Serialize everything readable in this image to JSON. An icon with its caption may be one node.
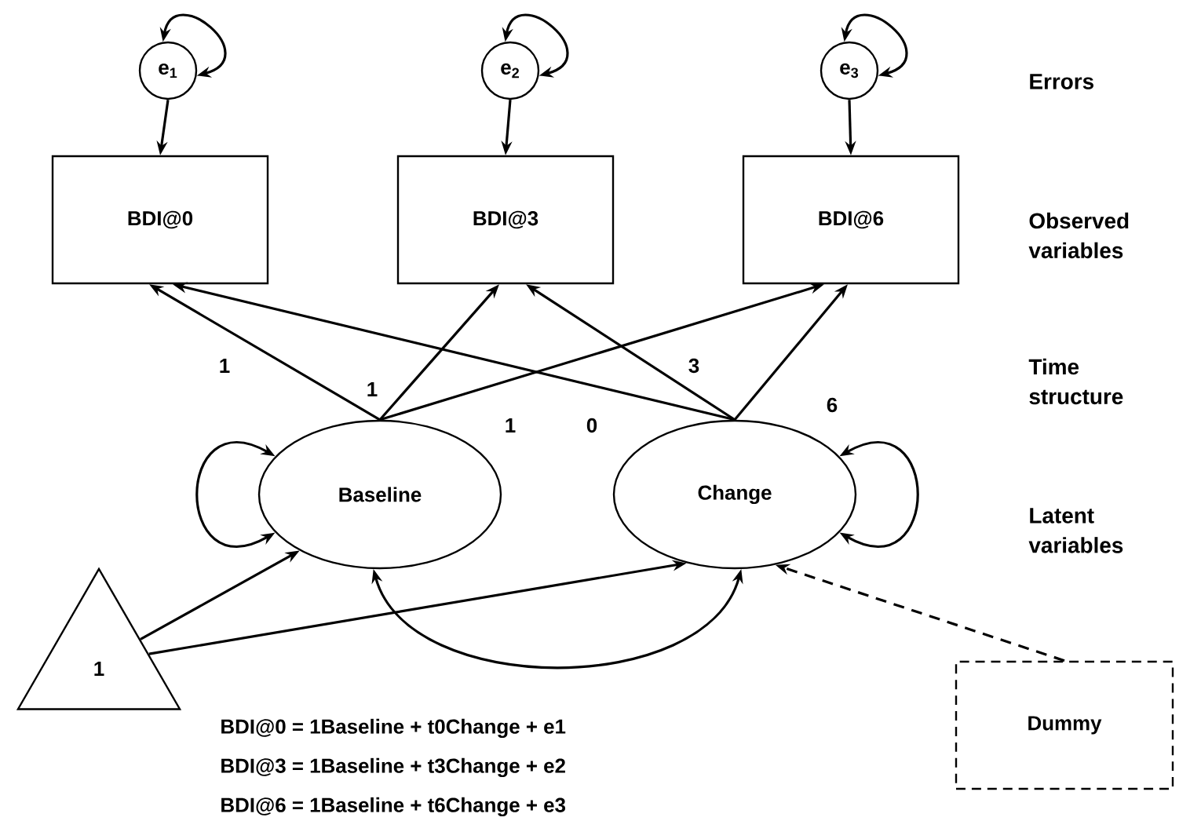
{
  "diagram": {
    "nodes": [
      {
        "text": [
          "e$_{1}$"
        ]
      },
      {
        "text": [
          "e$_{2}$"
        ]
      },
      {
        "text": [
          "e$_{3}$"
        ]
      },
      {
        "text": [
          "BDI@0"
        ]
      },
      {
        "text": [
          "BDI@3"
        ]
      },
      {
        "text": [
          "BDI@6"
        ]
      },
      {
        "text": [
          "Baseline"
        ]
      },
      {
        "text": [
          "Change"
        ]
      },
      {
        "text": [
          "1"
        ]
      },
      {
        "text": [
          "Dummy"
        ]
      }
    ],
    "edges": [
      {
        "from": 0,
        "to": 3,
        "arrow": "to"
      },
      {
        "from": 1,
        "to": 4,
        "arrow": "to"
      },
      {
        "from": 2,
        "to": 5,
        "arrow": "to"
      },
      {
        "from": 0,
        "to": 0,
        "arrow": "both"
      },
      {
        "from": 1,
        "to": 1,
        "arrow": "both"
      },
      {
        "from": 2,
        "to": 2,
        "arrow": "both"
      },
      {
        "from": 6,
        "to": 3,
        "arrow": "to",
        "label": "1"
      },
      {
        "from": 6,
        "to": 4,
        "arrow": "to",
        "label": "1"
      },
      {
        "from": 6,
        "to": 5,
        "arrow": "to",
        "label": "1"
      },
      {
        "from": 7,
        "to": 3,
        "arrow": "to",
        "label": "0"
      },
      {
        "from": 7,
        "to": 4,
        "arrow": "to",
        "label": "3"
      },
      {
        "from": 7,
        "to": 5,
        "arrow": "to",
        "label": "6"
      },
      {
        "from": 6,
        "to": 6,
        "arrow": "both"
      },
      {
        "from": 7,
        "to": 7,
        "arrow": "both"
      },
      {
        "from": 6,
        "to": 7,
        "arrow": "both"
      },
      {
        "from": 8,
        "to": 6,
        "arrow": "to"
      },
      {
        "from": 8,
        "to": 7,
        "arrow": "to"
      },
      {
        "from": 9,
        "to": 7,
        "arrow": "to",
        "style": "dashed"
      }
    ],
    "labels": [
      "Errors",
      "Observed variables",
      "Time structure",
      "Latent variables",
      "BDI@0 = 1Baseline + t0Change + e1",
      "BDI@3 = 1Baseline + t3Change + e2",
      "BDI@6 = 1Baseline + t6Change + e3"
    ]
  }
}
